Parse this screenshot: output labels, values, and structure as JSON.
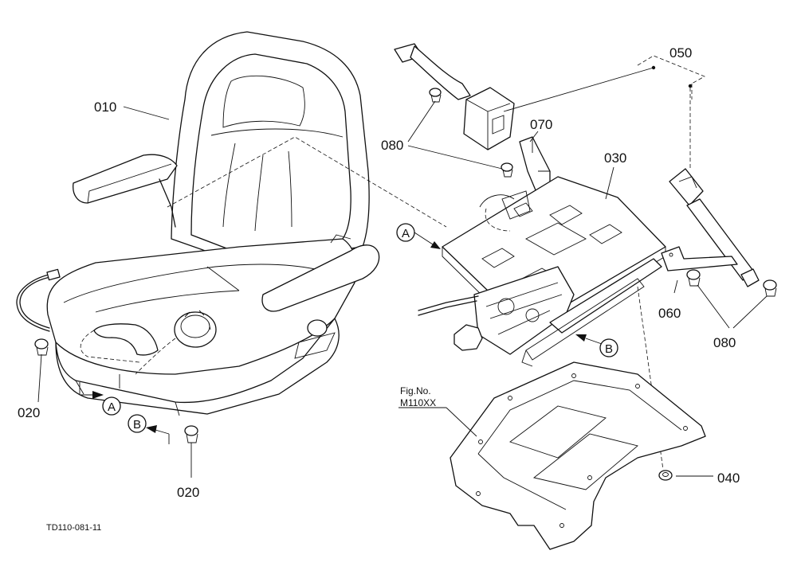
{
  "callouts": {
    "c010": "010",
    "c020a": "020",
    "c020b": "020",
    "c030": "030",
    "c040": "040",
    "c050": "050",
    "c060": "060",
    "c070": "070",
    "c080a": "080",
    "c080b": "080"
  },
  "markers": {
    "a1": "A",
    "a2": "A",
    "b1": "B",
    "b2": "B"
  },
  "figref": {
    "label": "Fig.No.",
    "number": "M110XX"
  },
  "drawing_code": "TD110-081-11"
}
